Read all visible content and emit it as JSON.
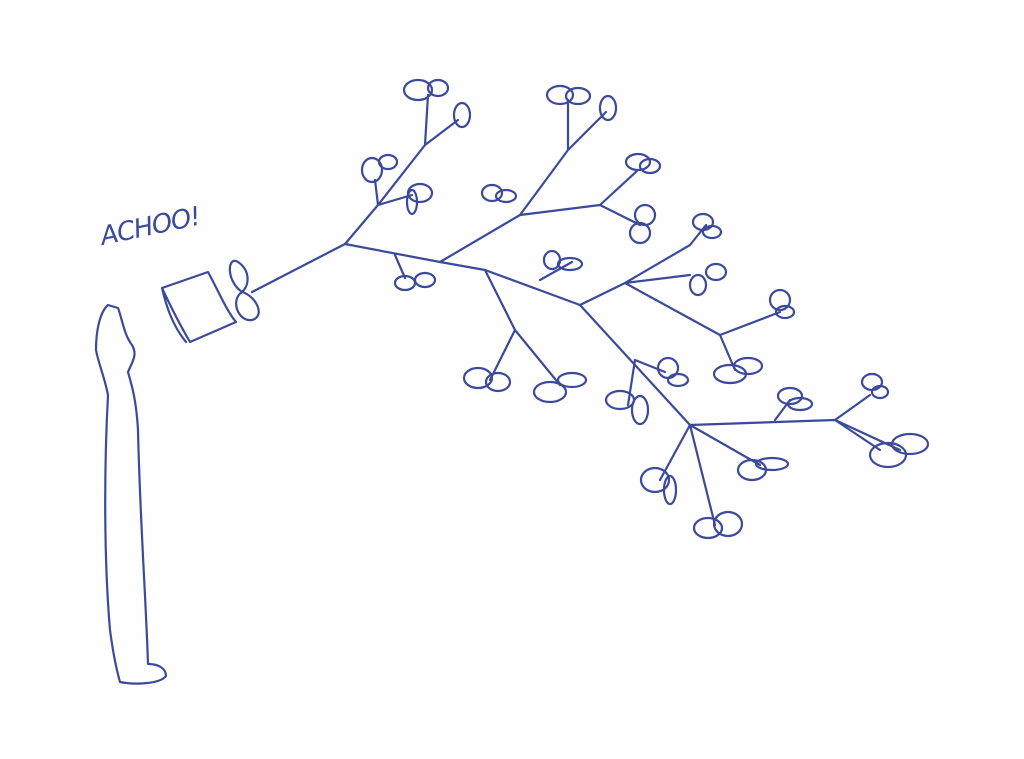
{
  "drawing": {
    "caption": "ACHOO!",
    "ink_color": "#3b4a9a",
    "background": "#fefefe",
    "subjects": [
      "person-silhouette",
      "tissue",
      "branching-germ-tree"
    ]
  }
}
